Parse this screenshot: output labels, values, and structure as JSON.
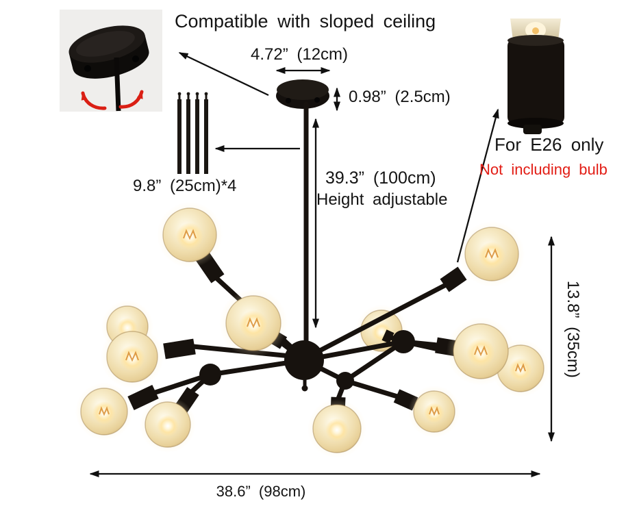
{
  "annotations": {
    "compatibility": "Compatible with sloped ceiling",
    "canopy_width": "4.72” (12cm)",
    "canopy_height": "0.98” (2.5cm)",
    "rods": "9.8” (25cm)*4",
    "drop_height": "39.3” (100cm)",
    "drop_note": "Height adjustable",
    "fixture_height": "13.8” (35cm)",
    "fixture_width": "38.6” (98cm)",
    "socket_type": "For E26 only",
    "bulb_note": "Not including bulb"
  },
  "colors": {
    "metal_black": "#17120e",
    "accent_red": "#e21d15",
    "glass_amber": "#efdcab",
    "glow_warm": "#fff3cf",
    "background": "#ffffff"
  }
}
